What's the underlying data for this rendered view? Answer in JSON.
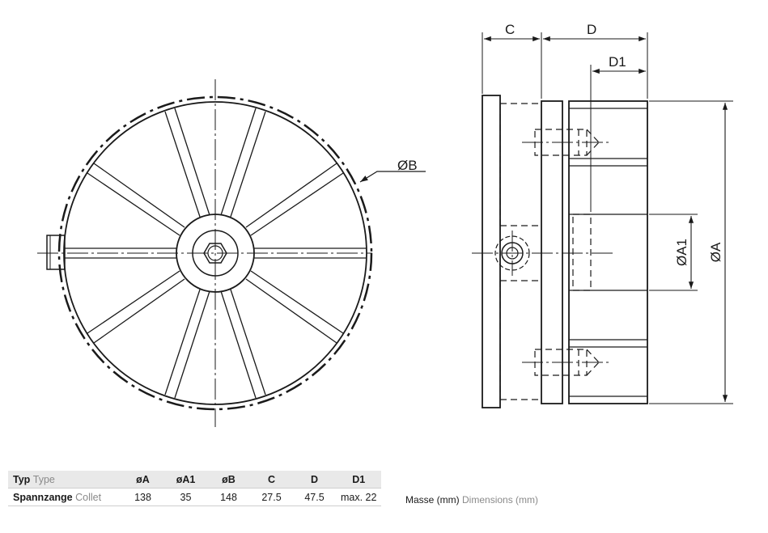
{
  "drawing": {
    "labels": {
      "diameter_b": "ØB",
      "c": "C",
      "d": "D",
      "d1": "D1",
      "diameter_a1": "ØA1",
      "diameter_a": "ØA"
    }
  },
  "table": {
    "header": {
      "type_de": "Typ",
      "type_en": "Type",
      "a": "øA",
      "a1": "øA1",
      "b": "øB",
      "c": "C",
      "d": "D",
      "d1": "D1"
    },
    "row": {
      "type_de": "Spannzange",
      "type_en": "Collet",
      "a": "138",
      "a1": "35",
      "b": "148",
      "c": "27.5",
      "d": "47.5",
      "d1": "max. 22"
    }
  },
  "units": {
    "de": "Masse (mm)",
    "en": "Dimensions (mm)"
  }
}
